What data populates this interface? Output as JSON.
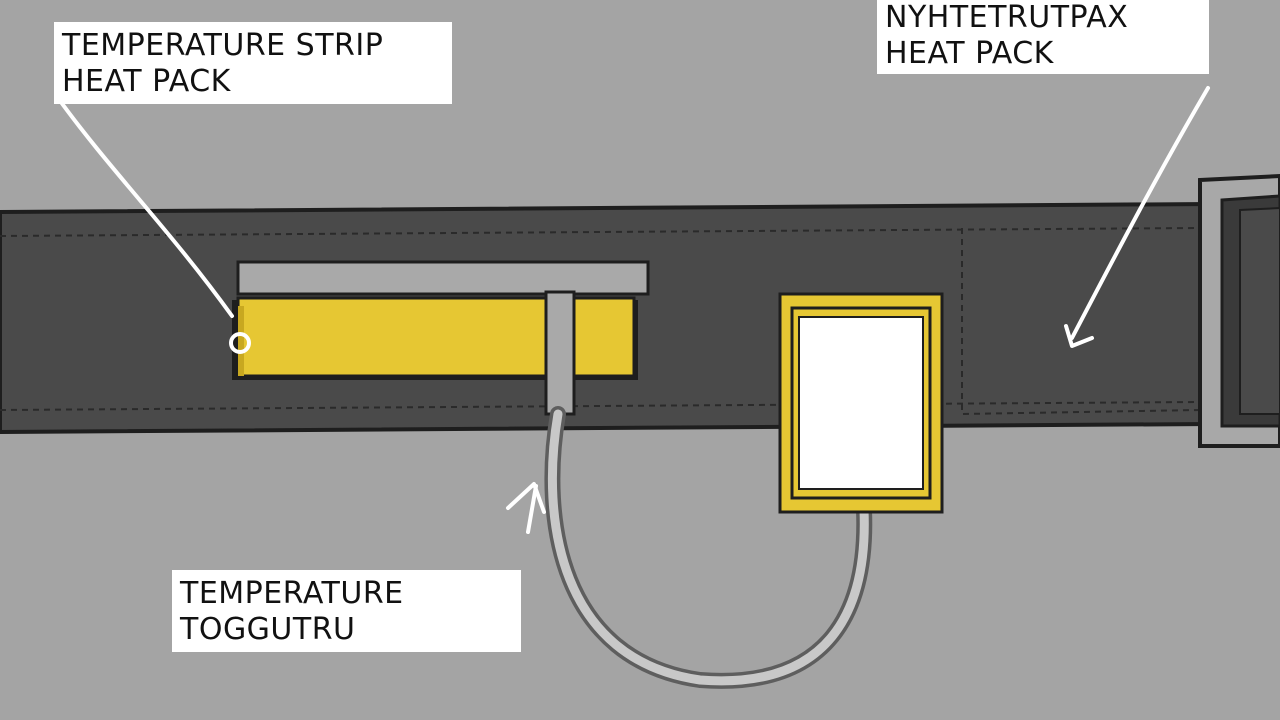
{
  "labels": {
    "top_left": {
      "line1": "TEMPERATURE STRIP",
      "line2": "HEAT PACK"
    },
    "top_right": {
      "line1": "NYHTETRUTPAX",
      "line2": "HEAT PACK"
    },
    "bottom": {
      "line1": "TEMPERATURE",
      "line2": "TOGGUTRU"
    }
  },
  "colors": {
    "background": "#a4a4a4",
    "belt": "#4a4a4a",
    "belt_outline": "#1e1e1e",
    "stitching": "#2a2a2a",
    "temperature_strip": "#e6c733",
    "heat_pack_frame": "#e6c733",
    "heat_pack_window": "#ffffff",
    "connector": "#a9a9a9",
    "buckle": "#a8a8a8",
    "leader_line": "#ffffff"
  }
}
